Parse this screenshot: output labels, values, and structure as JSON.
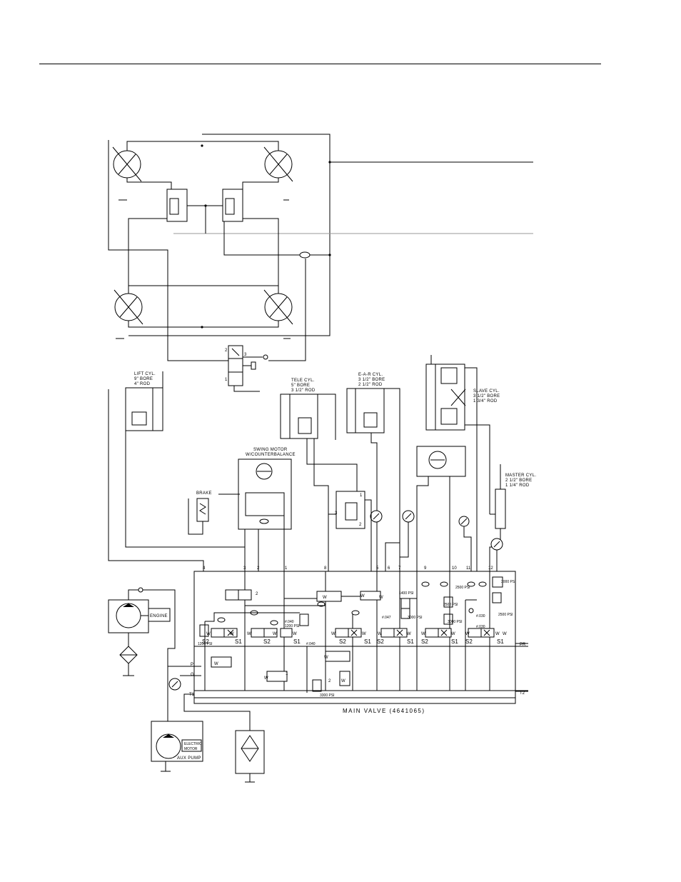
{
  "labels": {
    "lift_cyl": [
      "LIFT CYL.",
      "9\" BORE",
      "4\" ROD"
    ],
    "tele_cyl": [
      "TELE CYL.",
      "5\" BORE",
      "3 1/2\" ROD"
    ],
    "ear_cyl": [
      "E-A-R CYL.",
      "3 1/2\" BORE",
      "2 1/2\" ROD"
    ],
    "slave_cyl": [
      "SLAVE CYL.",
      "3 1/2\" BORE",
      "1 3/4\" ROD"
    ],
    "master_cyl": [
      "MASTER CYL.",
      "2 1/2\" BORE",
      "1 1/4\" ROD"
    ],
    "swing_motor": [
      "SWING MOTOR",
      "W/COUNTERBALANCE"
    ],
    "brake": "BRAKE",
    "engine": "ENGINE",
    "electric_motor": [
      "ELECTRIC",
      "MOTOR"
    ],
    "aux_pump": "AUX PUMP",
    "main_valve": "MAIN VALVE (4641065)"
  },
  "ports": [
    "4",
    "3",
    "2",
    "1",
    "8",
    "5",
    "6",
    "7",
    "9",
    "10",
    "11",
    "12"
  ],
  "lines": {
    "pr": "PR",
    "t2": "T2",
    "p": "P",
    "g": "G",
    "t1": "T1"
  },
  "pressures": [
    "1200 PSI",
    "1200 PSI",
    "3300 PSI",
    "1400 PSI",
    "3000 PSI",
    "2500 PSI",
    "2500 PSI",
    "3000 PSI",
    "3000 PSI",
    "2500 PSI"
  ],
  "orifices": [
    "#.040",
    "#.040",
    "#.047",
    "#.030",
    "#.030"
  ],
  "solenoids": [
    "S2",
    "S1",
    "S2",
    "S1",
    "S2",
    "S1",
    "S2",
    "S1",
    "S2",
    "S1",
    "S2",
    "S1"
  ],
  "valve_marks": [
    "W",
    "W",
    "W",
    "W",
    "W",
    "W",
    "W",
    "W",
    "W",
    "W",
    "W",
    "W",
    "W",
    "W",
    "W",
    "W",
    "W",
    "W",
    "W",
    "W",
    "W"
  ],
  "numbers": [
    "1",
    "2",
    "3",
    "1",
    "2",
    "3",
    "3",
    "1",
    "2",
    "2"
  ],
  "colors": {
    "ink": "#000000",
    "rule_grey": "#9a9a9a",
    "paper": "#ffffff"
  }
}
